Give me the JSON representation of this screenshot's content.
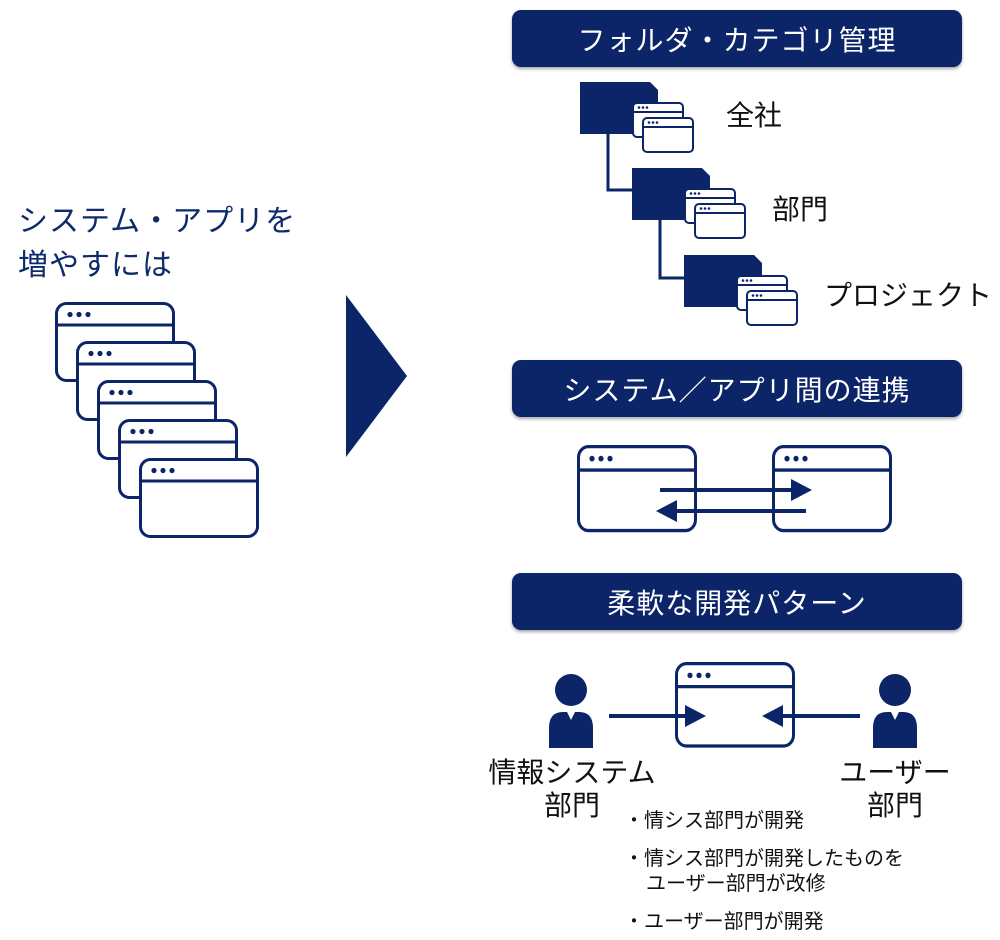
{
  "left": {
    "title_line1": "システム・アプリを",
    "title_line2": "増やすには"
  },
  "sections": {
    "folder_header": "フォルダ・カテゴリ管理",
    "integration_header": "システム／アプリ間の連携",
    "pattern_header": "柔軟な開発パターン"
  },
  "hierarchy": {
    "level1": "全社",
    "level2": "部門",
    "level3": "プロジェクト"
  },
  "people": {
    "it_dept_line1": "情報システム",
    "it_dept_line2": "部門",
    "user_dept_line1": "ユーザー",
    "user_dept_line2": "部門"
  },
  "bullets": {
    "b1": "・情シス部門が開発",
    "b2_line1": "・情シス部門が開発したものを",
    "b2_line2": "ユーザー部門が改修",
    "b3": "・ユーザー部門が開発"
  },
  "colors": {
    "navy": "#0c2468",
    "title_blue": "#0d2a6b",
    "background": "#ffffff"
  },
  "icons": {
    "app_window": "app-window-icon",
    "folder": "folder-icon",
    "person": "person-icon",
    "arrow": "arrow-icon"
  }
}
